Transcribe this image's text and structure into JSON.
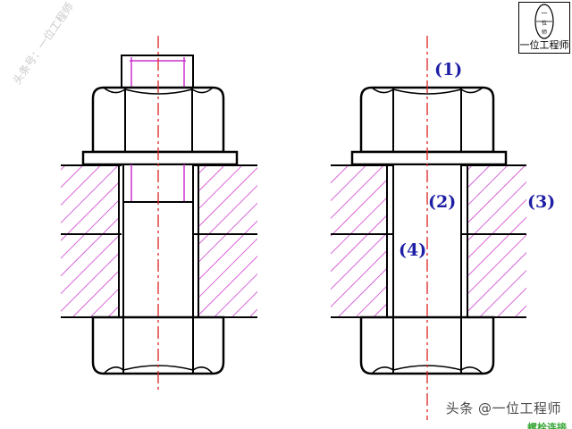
{
  "labels": {
    "l1": "(1)",
    "l2": "(2)",
    "l3": "(3)",
    "l4": "(4)"
  },
  "watermark": "头条号：一位工程师",
  "brand": "头条 @一位工程师",
  "logo": {
    "caption": "一位工程师",
    "top_glyph": "一",
    "mid_glyph": "位",
    "bottom_glyph": "师"
  },
  "corner_text": "螺栓连接",
  "colors": {
    "line": "#000000",
    "hatch": "#cc33cc",
    "axis": "#dd2222",
    "label": "#1f1fa6"
  }
}
